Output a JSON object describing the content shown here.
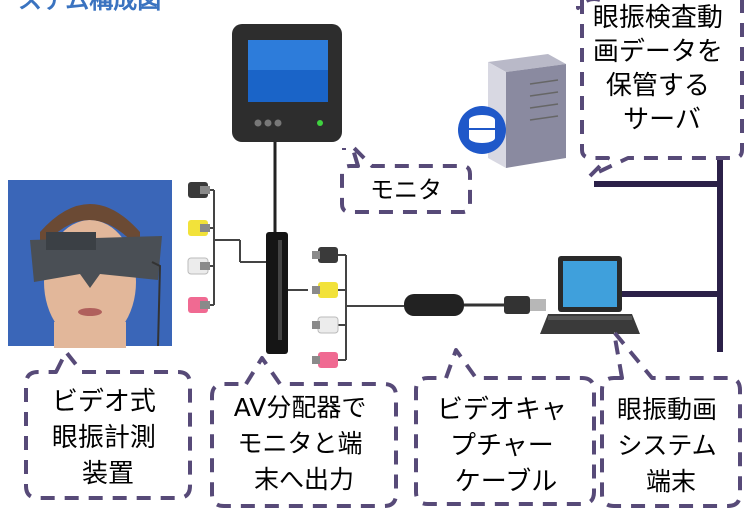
{
  "header": {
    "partial_title": "ステム構成図"
  },
  "callouts": {
    "server": [
      "眼振検査動",
      "画データを",
      "保管する",
      "サーバ"
    ],
    "monitor": [
      "モニタ"
    ],
    "camera": [
      "ビデオ式",
      "眼振計測",
      "装置"
    ],
    "splitter": [
      "AV分配器で",
      "モニタと端",
      "末へ出力"
    ],
    "cable": [
      "ビデオキャ",
      "プチャー",
      "ケーブル"
    ],
    "pc": [
      "眼振動画",
      "システム",
      "端末"
    ]
  },
  "colors": {
    "callout_border": "#574a78",
    "network_line": "#2b2048",
    "title": "#3a73c0",
    "plug_black": "#3a3a3a",
    "plug_yellow": "#f2e23a",
    "plug_white": "#ececec",
    "plug_red": "#f06a92"
  },
  "icons": [
    "tv-monitor-icon",
    "server-database-icon",
    "laptop-icon",
    "av-splitter-icon",
    "usb-capture-cable-icon",
    "rca-plug-icon"
  ]
}
